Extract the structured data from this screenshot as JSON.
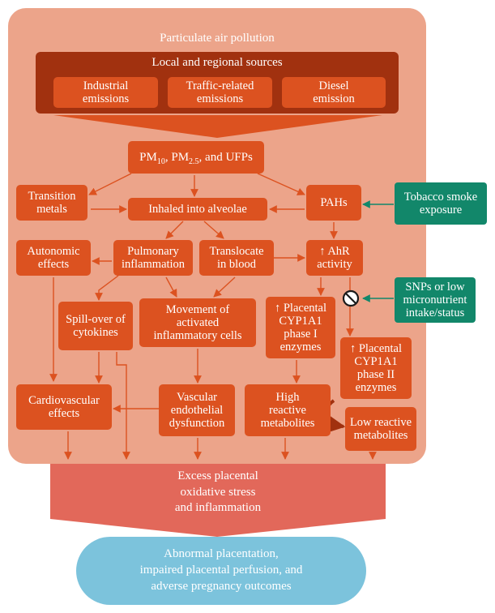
{
  "diagram": {
    "title": "Particulate air pollution",
    "sources_title": "Local and regional sources",
    "sources": [
      "Industrial\nemissions",
      "Traffic-related\nemissions",
      "Diesel\nemission"
    ],
    "pm": {
      "pm": "PM",
      "sub10": "10",
      "sep": ", PM",
      "sub25": "2.5",
      "tail": ", and UFPs"
    },
    "nodes": {
      "transition_metals": "Transition\nmetals",
      "inhaled": "Inhaled into alveolae",
      "pahs": "PAHs",
      "tobacco": "Tobacco smoke\nexposure",
      "autonomic": "Autonomic\neffects",
      "pulmonary": "Pulmonary\ninflammation",
      "translocate": "Translocate\nin blood",
      "ahr": "↑ AhR\nactivity",
      "snps": "SNPs or low\nmicronutrient\nintake/status",
      "spillover": "Spill-over of\ncytokines",
      "movement": "Movement of\nactivated\ninflammatory cells",
      "cyp_phase1": "↑ Placental\nCYP1A1\nphase I\nenzymes",
      "cyp_phase2": "↑ Placental\nCYP1A1\nphase II\nenzymes",
      "cardiovascular": "Cardiovascular\neffects",
      "vascular": "Vascular\nendothelial\ndysfunction",
      "high_reactive": "High\nreactive\nmetabolites",
      "low_reactive": "Low reactive\nmetabolites"
    },
    "stress": "Excess placental\noxidative stress\nand inflammation",
    "outcome": "Abnormal placentation,\nimpaired placental perfusion, and\nadverse pregnancy outcomes",
    "colors": {
      "panel": "#eca48a",
      "box": "#dc5220",
      "sources_band": "#a1310f",
      "green": "#12876a",
      "stress_arrow": "#e2685a",
      "outcome": "#7cc3dc"
    }
  }
}
